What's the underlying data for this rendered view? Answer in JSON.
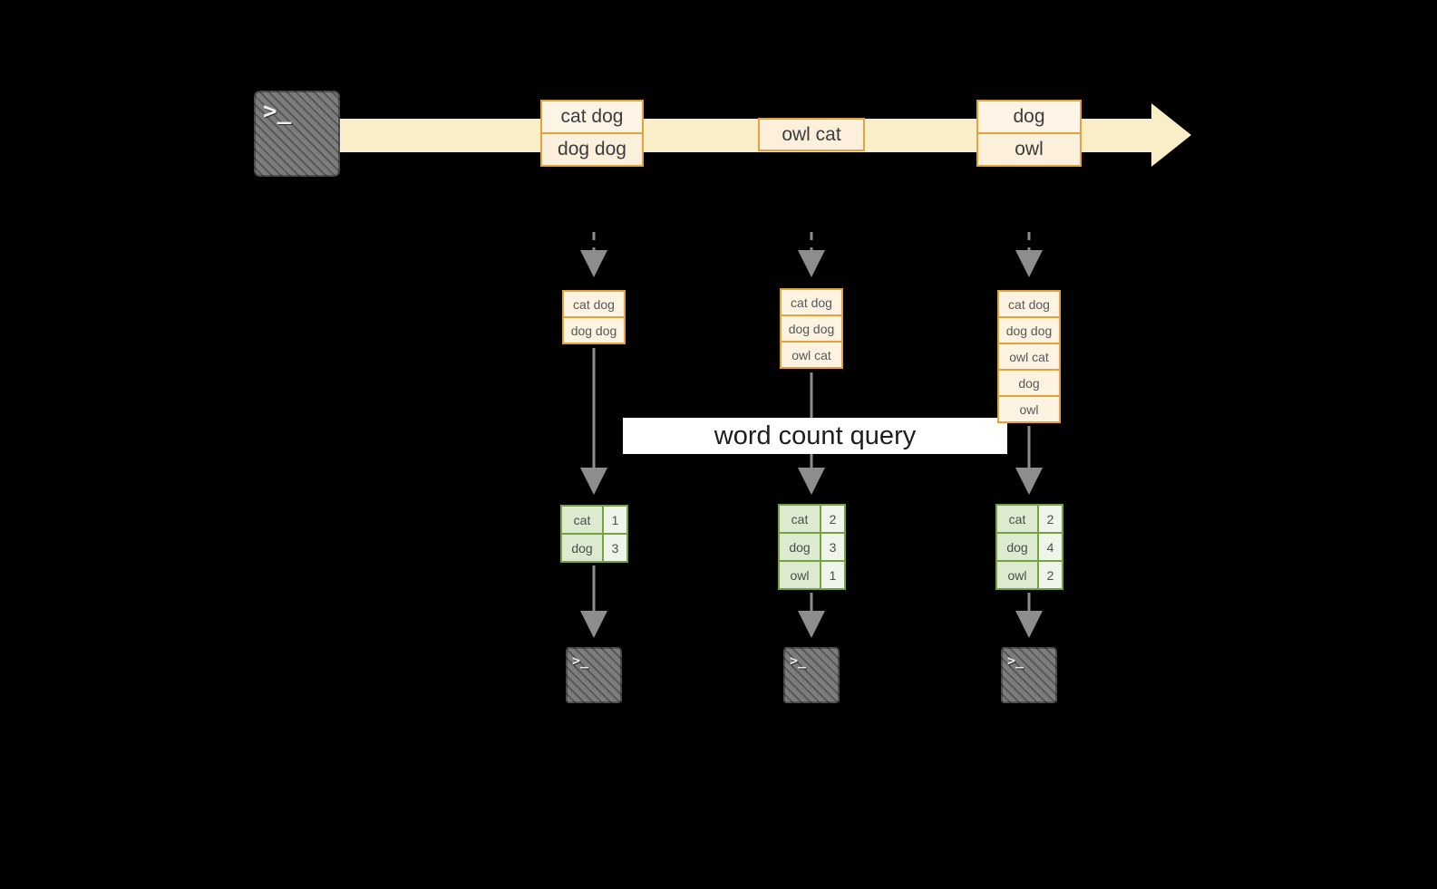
{
  "banner": {
    "label": "word count query"
  },
  "stream": {
    "events": [
      {
        "lines": [
          "cat dog",
          "dog dog"
        ]
      },
      {
        "lines": [
          "owl cat"
        ]
      },
      {
        "lines": [
          "dog",
          "owl"
        ]
      }
    ]
  },
  "pipelines": [
    {
      "buffer": [
        "cat dog",
        "dog dog"
      ],
      "counts": [
        {
          "word": "cat",
          "count": "1"
        },
        {
          "word": "dog",
          "count": "3"
        }
      ]
    },
    {
      "buffer": [
        "cat dog",
        "dog dog",
        "owl cat"
      ],
      "counts": [
        {
          "word": "cat",
          "count": "2"
        },
        {
          "word": "dog",
          "count": "3"
        },
        {
          "word": "owl",
          "count": "1"
        }
      ]
    },
    {
      "buffer": [
        "cat dog",
        "dog dog",
        "owl cat",
        "dog",
        "owl"
      ],
      "counts": [
        {
          "word": "cat",
          "count": "2"
        },
        {
          "word": "dog",
          "count": "4"
        },
        {
          "word": "owl",
          "count": "2"
        }
      ]
    }
  ],
  "icons": {
    "source_terminal": "terminal-icon",
    "sink_terminals": [
      "terminal-icon",
      "terminal-icon",
      "terminal-icon"
    ],
    "prompt_glyph": ">_"
  },
  "colors": {
    "background": "#000000",
    "stream_band": "#faeec9",
    "event_border": "#e2a33b",
    "event_fill": "#fdf3e1",
    "buffer_fill": "#fdf3e0",
    "table_border": "#74a244",
    "table_fill": "#dcead0",
    "arrow": "#8d8d8d",
    "banner_bg": "#ffffff",
    "banner_text": "#1e1e1e"
  }
}
